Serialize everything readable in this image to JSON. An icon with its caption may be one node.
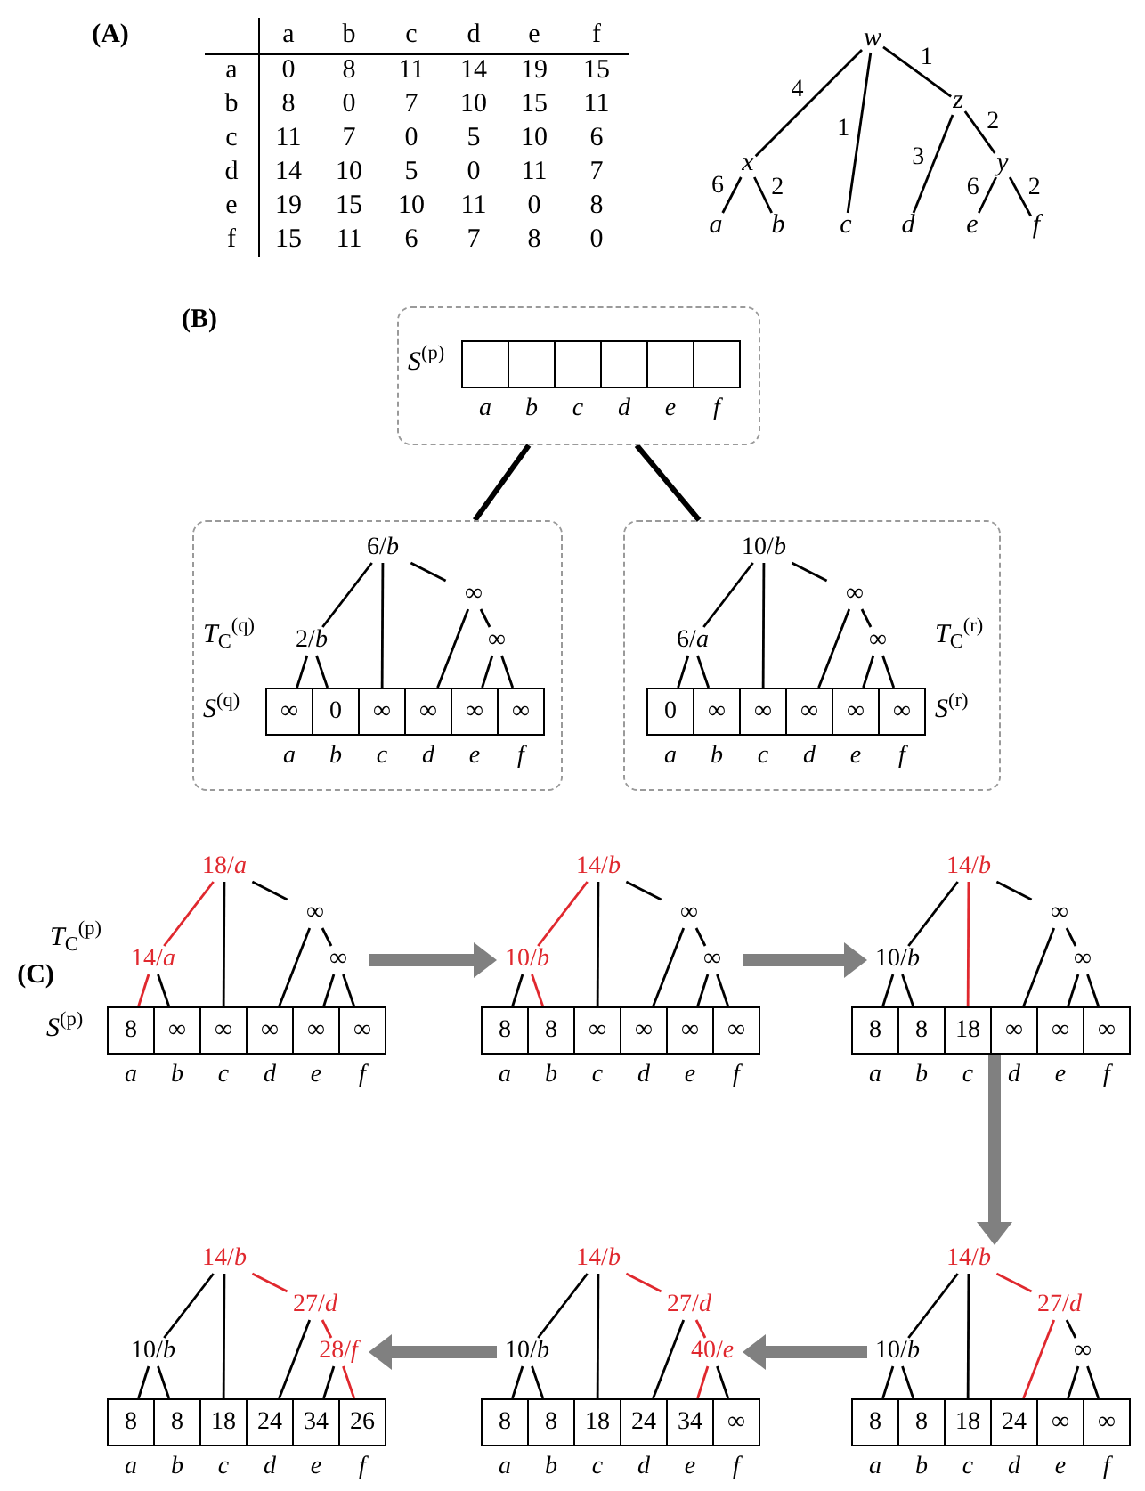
{
  "diagram": {
    "nodes": [
      {
        "text": [
          "w"
        ]
      },
      {
        "text": [
          "x"
        ]
      },
      {
        "text": [
          "z"
        ]
      },
      {
        "text": [
          "y"
        ]
      },
      {
        "text": [
          "a"
        ]
      },
      {
        "text": [
          "b"
        ]
      },
      {
        "text": [
          "c"
        ]
      },
      {
        "text": [
          "d"
        ]
      },
      {
        "text": [
          "e"
        ]
      },
      {
        "text": [
          "f"
        ]
      },
      {
        "text": [
          "*S*$^{(p)}$"
        ]
      },
      {
        "text": [],
        "shape": "box",
        "in": 10,
        "beside": [
          "a"
        ]
      },
      {
        "text": [],
        "shape": "box",
        "in": 10,
        "beside": [
          "b"
        ]
      },
      {
        "text": [],
        "shape": "box",
        "in": 10,
        "beside": [
          "c"
        ]
      },
      {
        "text": [],
        "shape": "box",
        "in": 10,
        "beside": [
          "d"
        ]
      },
      {
        "text": [],
        "shape": "box",
        "in": 10,
        "beside": [
          "e"
        ]
      },
      {
        "text": [],
        "shape": "box",
        "in": 10,
        "beside": [
          "f"
        ]
      },
      {
        "text": [
          "*T*$_{C}$$^{(q)}$",
          "*S*$^{(q)}$"
        ]
      },
      {
        "text": [
          "6/*b*"
        ],
        "in": 17
      },
      {
        "text": [
          "2/*b*"
        ],
        "in": 17
      },
      {
        "text": [
          "∞"
        ],
        "in": 17
      },
      {
        "text": [
          "∞"
        ],
        "in": 17
      },
      {
        "text": [
          "∞"
        ],
        "in": 17,
        "beside": [
          "a"
        ]
      },
      {
        "text": [
          "0"
        ],
        "in": 17,
        "beside": [
          "b"
        ]
      },
      {
        "text": [
          "∞"
        ],
        "in": 17,
        "beside": [
          "c"
        ]
      },
      {
        "text": [
          "∞"
        ],
        "in": 17,
        "beside": [
          "d"
        ]
      },
      {
        "text": [
          "∞"
        ],
        "in": 17,
        "beside": [
          "e"
        ]
      },
      {
        "text": [
          "∞"
        ],
        "in": 17,
        "beside": [
          "f"
        ]
      },
      {
        "text": [
          "*T*$_{C}$$^{(r)}$",
          "*S*$^{(r)}$"
        ]
      },
      {
        "text": [
          "10/*b*"
        ],
        "in": 28
      },
      {
        "text": [
          "6/*a*"
        ],
        "in": 28
      },
      {
        "text": [
          "∞"
        ],
        "in": 28
      },
      {
        "text": [
          "∞"
        ],
        "in": 28
      },
      {
        "text": [
          "0"
        ],
        "in": 28,
        "beside": [
          "a"
        ]
      },
      {
        "text": [
          "∞"
        ],
        "in": 28,
        "beside": [
          "b"
        ]
      },
      {
        "text": [
          "∞"
        ],
        "in": 28,
        "beside": [
          "c"
        ]
      },
      {
        "text": [
          "∞"
        ],
        "in": 28,
        "beside": [
          "d"
        ]
      },
      {
        "text": [
          "∞"
        ],
        "in": 28,
        "beside": [
          "e"
        ]
      },
      {
        "text": [
          "∞"
        ],
        "in": 28,
        "beside": [
          "f"
        ]
      },
      {
        "text": [
          "18/*a*"
        ]
      },
      {
        "text": [
          "14/*a*"
        ]
      },
      {
        "text": [
          "∞"
        ]
      },
      {
        "text": [
          "∞"
        ]
      },
      {
        "text": [
          "8"
        ],
        "beside": [
          "a"
        ]
      },
      {
        "text": [
          "∞"
        ],
        "beside": [
          "b"
        ]
      },
      {
        "text": [
          "∞"
        ],
        "beside": [
          "c"
        ]
      },
      {
        "text": [
          "∞"
        ],
        "beside": [
          "d"
        ]
      },
      {
        "text": [
          "∞"
        ],
        "beside": [
          "e"
        ]
      },
      {
        "text": [
          "∞"
        ],
        "beside": [
          "f"
        ]
      },
      {
        "text": [
          "14/*b*"
        ]
      },
      {
        "text": [
          "10/*b*"
        ]
      },
      {
        "text": [
          "∞"
        ]
      },
      {
        "text": [
          "∞"
        ]
      },
      {
        "text": [
          "8"
        ],
        "beside": [
          "a"
        ]
      },
      {
        "text": [
          "8"
        ],
        "beside": [
          "b"
        ]
      },
      {
        "text": [
          "∞"
        ],
        "beside": [
          "c"
        ]
      },
      {
        "text": [
          "∞"
        ],
        "beside": [
          "d"
        ]
      },
      {
        "text": [
          "∞"
        ],
        "beside": [
          "e"
        ]
      },
      {
        "text": [
          "∞"
        ],
        "beside": [
          "f"
        ]
      },
      {
        "text": [
          "14/*b*"
        ]
      },
      {
        "text": [
          "10/*b*"
        ]
      },
      {
        "text": [
          "∞"
        ]
      },
      {
        "text": [
          "∞"
        ]
      },
      {
        "text": [
          "8"
        ],
        "beside": [
          "a"
        ]
      },
      {
        "text": [
          "8"
        ],
        "beside": [
          "b"
        ]
      },
      {
        "text": [
          "18"
        ],
        "beside": [
          "c"
        ]
      },
      {
        "text": [
          "∞"
        ],
        "beside": [
          "d"
        ]
      },
      {
        "text": [
          "∞"
        ],
        "beside": [
          "e"
        ]
      },
      {
        "text": [
          "∞"
        ],
        "beside": [
          "f"
        ]
      },
      {
        "text": [
          "14/*b*"
        ]
      },
      {
        "text": [
          "10/*b*"
        ]
      },
      {
        "text": [
          "27/*d*"
        ]
      },
      {
        "text": [
          "28/*f*"
        ]
      },
      {
        "text": [
          "8"
        ],
        "beside": [
          "a"
        ]
      },
      {
        "text": [
          "8"
        ],
        "beside": [
          "b"
        ]
      },
      {
        "text": [
          "18"
        ],
        "beside": [
          "c"
        ]
      },
      {
        "text": [
          "24"
        ],
        "beside": [
          "d"
        ]
      },
      {
        "text": [
          "34"
        ],
        "beside": [
          "e"
        ]
      },
      {
        "text": [
          "26"
        ],
        "beside": [
          "f"
        ]
      },
      {
        "text": [
          "14/*b*"
        ]
      },
      {
        "text": [
          "10/*b*"
        ]
      },
      {
        "text": [
          "27/*d*"
        ]
      },
      {
        "text": [
          "40/*e*"
        ]
      },
      {
        "text": [
          "8"
        ],
        "beside": [
          "a"
        ]
      },
      {
        "text": [
          "8"
        ],
        "beside": [
          "b"
        ]
      },
      {
        "text": [
          "18"
        ],
        "beside": [
          "c"
        ]
      },
      {
        "text": [
          "24"
        ],
        "beside": [
          "d"
        ]
      },
      {
        "text": [
          "34"
        ],
        "beside": [
          "e"
        ]
      },
      {
        "text": [
          "∞"
        ],
        "beside": [
          "f"
        ]
      },
      {
        "text": [
          "14/*b*"
        ]
      },
      {
        "text": [
          "10/*b*"
        ]
      },
      {
        "text": [
          "27/*d*"
        ]
      },
      {
        "text": [
          "∞"
        ]
      },
      {
        "text": [
          "8"
        ],
        "beside": [
          "a"
        ]
      },
      {
        "text": [
          "8"
        ],
        "beside": [
          "b"
        ]
      },
      {
        "text": [
          "18"
        ],
        "beside": [
          "c"
        ]
      },
      {
        "text": [
          "24"
        ],
        "beside": [
          "d"
        ]
      },
      {
        "text": [
          "∞"
        ],
        "beside": [
          "e"
        ]
      },
      {
        "text": [
          "∞"
        ],
        "beside": [
          "f"
        ]
      }
    ],
    "edges": [
      {
        "from": 0,
        "to": 1,
        "arrow": "none",
        "label": "4"
      },
      {
        "from": 0,
        "to": 6,
        "arrow": "none",
        "label": "1"
      },
      {
        "from": 0,
        "to": 2,
        "arrow": "none",
        "label": "1"
      },
      {
        "from": 1,
        "to": 4,
        "arrow": "none",
        "label": "6"
      },
      {
        "from": 1,
        "to": 5,
        "arrow": "none",
        "label": "2"
      },
      {
        "from": 2,
        "to": 7,
        "arrow": "none",
        "label": "3"
      },
      {
        "from": 2,
        "to": 3,
        "arrow": "none",
        "label": "2"
      },
      {
        "from": 3,
        "to": 8,
        "arrow": "none",
        "label": "6"
      },
      {
        "from": 3,
        "to": 9,
        "arrow": "none",
        "label": "2"
      },
      {
        "from": 10,
        "to": 17,
        "arrow": "none",
        "style": "thick"
      },
      {
        "from": 10,
        "to": 28,
        "arrow": "none",
        "style": "thick"
      },
      {
        "from": 18,
        "to": 19,
        "arrow": "none"
      },
      {
        "from": 18,
        "to": 24,
        "arrow": "none"
      },
      {
        "from": 18,
        "to": 20,
        "arrow": "none"
      },
      {
        "from": 19,
        "to": 22,
        "arrow": "none"
      },
      {
        "from": 19,
        "to": 23,
        "arrow": "none"
      },
      {
        "from": 20,
        "to": 25,
        "arrow": "none"
      },
      {
        "from": 20,
        "to": 21,
        "arrow": "none"
      },
      {
        "from": 21,
        "to": 26,
        "arrow": "none"
      },
      {
        "from": 21,
        "to": 27,
        "arrow": "none"
      },
      {
        "from": 29,
        "to": 30,
        "arrow": "none"
      },
      {
        "from": 29,
        "to": 35,
        "arrow": "none"
      },
      {
        "from": 29,
        "to": 31,
        "arrow": "none"
      },
      {
        "from": 30,
        "to": 33,
        "arrow": "none"
      },
      {
        "from": 30,
        "to": 34,
        "arrow": "none"
      },
      {
        "from": 31,
        "to": 36,
        "arrow": "none"
      },
      {
        "from": 31,
        "to": 32,
        "arrow": "none"
      },
      {
        "from": 32,
        "to": 37,
        "arrow": "none"
      },
      {
        "from": 32,
        "to": 38,
        "arrow": "none"
      },
      {
        "from": 39,
        "to": 40,
        "arrow": "none",
        "color": "#e0282e"
      },
      {
        "from": 39,
        "to": 45,
        "arrow": "none"
      },
      {
        "from": 39,
        "to": 41,
        "arrow": "none"
      },
      {
        "from": 40,
        "to": 43,
        "arrow": "none",
        "color": "#e0282e"
      },
      {
        "from": 40,
        "to": 44,
        "arrow": "none"
      },
      {
        "from": 41,
        "to": 46,
        "arrow": "none"
      },
      {
        "from": 41,
        "to": 42,
        "arrow": "none"
      },
      {
        "from": 42,
        "to": 47,
        "arrow": "none"
      },
      {
        "from": 42,
        "to": 48,
        "arrow": "none"
      },
      {
        "from": 49,
        "to": 50,
        "arrow": "none",
        "color": "#e0282e"
      },
      {
        "from": 49,
        "to": 55,
        "arrow": "none"
      },
      {
        "from": 49,
        "to": 51,
        "arrow": "none"
      },
      {
        "from": 50,
        "to": 53,
        "arrow": "none"
      },
      {
        "from": 50,
        "to": 54,
        "arrow": "none",
        "color": "#e0282e"
      },
      {
        "from": 51,
        "to": 56,
        "arrow": "none"
      },
      {
        "from": 51,
        "to": 52,
        "arrow": "none"
      },
      {
        "from": 52,
        "to": 57,
        "arrow": "none"
      },
      {
        "from": 52,
        "to": 58,
        "arrow": "none"
      },
      {
        "from": 59,
        "to": 60,
        "arrow": "none"
      },
      {
        "from": 59,
        "to": 65,
        "arrow": "none",
        "color": "#e0282e"
      },
      {
        "from": 59,
        "to": 61,
        "arrow": "none"
      },
      {
        "from": 60,
        "to": 63,
        "arrow": "none"
      },
      {
        "from": 60,
        "to": 64,
        "arrow": "none"
      },
      {
        "from": 61,
        "to": 66,
        "arrow": "none"
      },
      {
        "from": 61,
        "to": 62,
        "arrow": "none"
      },
      {
        "from": 62,
        "to": 67,
        "arrow": "none"
      },
      {
        "from": 62,
        "to": 68,
        "arrow": "none"
      },
      {
        "from": 69,
        "to": 70,
        "arrow": "none"
      },
      {
        "from": 69,
        "to": 75,
        "arrow": "none"
      },
      {
        "from": 69,
        "to": 71,
        "arrow": "none",
        "color": "#e0282e"
      },
      {
        "from": 70,
        "to": 73,
        "arrow": "none"
      },
      {
        "from": 70,
        "to": 74,
        "arrow": "none"
      },
      {
        "from": 71,
        "to": 76,
        "arrow": "none"
      },
      {
        "from": 71,
        "to": 72,
        "arrow": "none",
        "color": "#e0282e"
      },
      {
        "from": 72,
        "to": 77,
        "arrow": "none"
      },
      {
        "from": 72,
        "to": 78,
        "arrow": "none",
        "color": "#e0282e"
      },
      {
        "from": 79,
        "to": 80,
        "arrow": "none"
      },
      {
        "from": 79,
        "to": 85,
        "arrow": "none"
      },
      {
        "from": 79,
        "to": 81,
        "arrow": "none",
        "color": "#e0282e"
      },
      {
        "from": 80,
        "to": 83,
        "arrow": "none"
      },
      {
        "from": 80,
        "to": 84,
        "arrow": "none"
      },
      {
        "from": 81,
        "to": 86,
        "arrow": "none"
      },
      {
        "from": 81,
        "to": 82,
        "arrow": "none",
        "color": "#e0282e"
      },
      {
        "from": 82,
        "to": 87,
        "arrow": "none",
        "color": "#e0282e"
      },
      {
        "from": 82,
        "to": 88,
        "arrow": "none"
      },
      {
        "from": 89,
        "to": 90,
        "arrow": "none"
      },
      {
        "from": 89,
        "to": 95,
        "arrow": "none"
      },
      {
        "from": 89,
        "to": 91,
        "arrow": "none",
        "color": "#e0282e"
      },
      {
        "from": 90,
        "to": 93,
        "arrow": "none"
      },
      {
        "from": 90,
        "to": 94,
        "arrow": "none"
      },
      {
        "from": 91,
        "to": 96,
        "arrow": "none",
        "color": "#e0282e"
      },
      {
        "from": 91,
        "to": 92,
        "arrow": "none"
      },
      {
        "from": 92,
        "to": 97,
        "arrow": "none"
      },
      {
        "from": 92,
        "to": 98,
        "arrow": "none"
      },
      {
        "from": 42,
        "to": 50,
        "arrow": "to",
        "style": "thick",
        "color": "#808080"
      },
      {
        "from": 52,
        "to": 60,
        "arrow": "to",
        "style": "thick",
        "color": "#808080"
      },
      {
        "from": 66,
        "to": 89,
        "arrow": "to",
        "style": "thick",
        "color": "#808080"
      },
      {
        "from": 90,
        "to": 82,
        "arrow": "to",
        "style": "thick",
        "color": "#808080"
      },
      {
        "from": 80,
        "to": 72,
        "arrow": "to",
        "style": "thick",
        "color": "#808080"
      }
    ],
    "labels": [
      "(A)",
      "a",
      "b",
      "c",
      "d",
      "e",
      "f",
      "a",
      "0",
      "8",
      "11",
      "14",
      "19",
      "15",
      "b",
      "8",
      "0",
      "7",
      "10",
      "15",
      "11",
      "c",
      "11",
      "7",
      "0",
      "5",
      "10",
      "6",
      "d",
      "14",
      "10",
      "5",
      "0",
      "11",
      "7",
      "e",
      "19",
      "15",
      "10",
      "11",
      "0",
      "8",
      "f",
      "15",
      "11",
      "6",
      "7",
      "8",
      "0",
      "(B)",
      "(C)",
      "*T*$_{C}$$^{(p)}$",
      "*S*$^{(p)}$"
    ]
  }
}
